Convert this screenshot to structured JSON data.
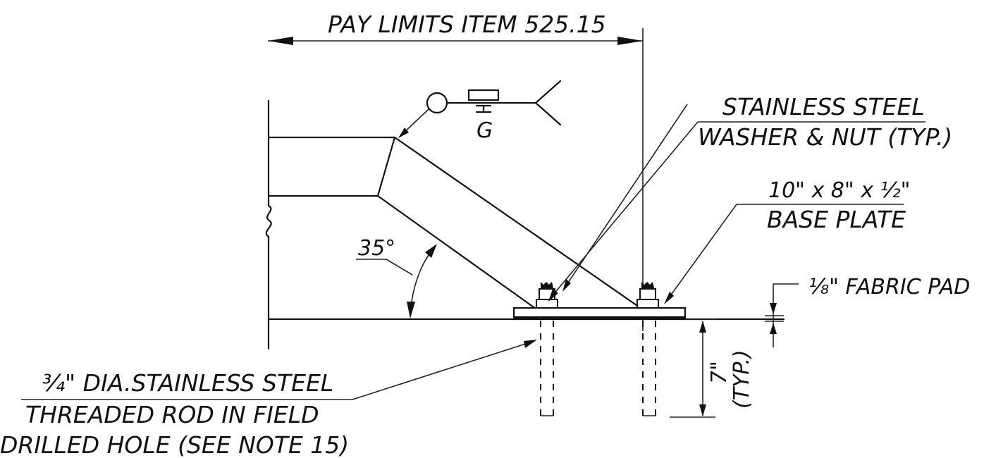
{
  "labels": {
    "pay_limits": "PAY LIMITS ITEM 525.15",
    "weld_symbol": "G",
    "washer_line1": "STAINLESS STEEL",
    "washer_line2": "WASHER & NUT (TYP.)",
    "plate_dims": "10\" x 8\" x ½\"",
    "plate_name": "BASE PLATE",
    "fabric_pad": "⅛\" FABRIC PAD",
    "angle": "35°",
    "embed_depth": "7\"",
    "embed_typ": "(TYP.)",
    "rod_line1": "¾\" DIA.STAINLESS STEEL",
    "rod_line2": "THREADED ROD IN FIELD",
    "rod_line3": "DRILLED HOLE (SEE NOTE 15)"
  }
}
